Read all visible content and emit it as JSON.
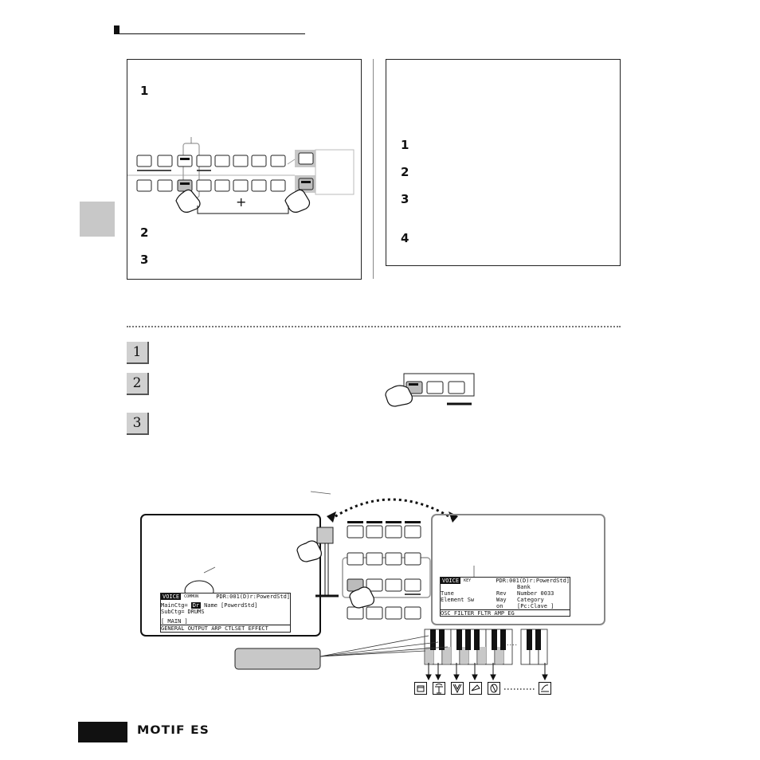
{
  "page": {
    "brand": "MOTIF ES"
  },
  "left_panel": {
    "step1": "1",
    "step2": "2",
    "step3": "3",
    "plus": "+"
  },
  "right_panel": {
    "step1": "1",
    "step2": "2",
    "step3": "3",
    "step4": "4"
  },
  "steps": [
    {
      "label": "1"
    },
    {
      "label": "2"
    },
    {
      "label": "3"
    }
  ],
  "lcd_common": {
    "mode": "VOICE",
    "tag": "COMMON",
    "patch": "PDR:001(D)r:PowerdStd]",
    "line1a": "MainCtg=",
    "line1b": "Name",
    "line1c": "[PowerdStd]",
    "line2a": "SubCtg=",
    "line2b": "DRUMS",
    "badge": "Dr",
    "foot": "GENERAL  OUTPUT  ARP  CTLSET  EFFECT",
    "foot2": "[ MAIN ]"
  },
  "lcd_key": {
    "mode": "VOICE",
    "tag": "KEY",
    "patch": "PDR:001(D)r:PowerdStd]",
    "l1": "Bank",
    "l2": "Number",
    "l2v": "0033",
    "l3": "Category",
    "l4": "[Pc:Clave    ]",
    "l5a": "Tune",
    "l5b": "Element Sw",
    "l5c": "Rev Way",
    "l5d": "on",
    "foot": "OSC  FILTER  FLTR  AMP  EG"
  },
  "keyboard": {
    "ellipsis": "...."
  },
  "icons": [
    "snare-drum-icon",
    "hi-hat-icon",
    "cymbal-icon",
    "triangle-icon",
    "tambourine-icon",
    "guiro-icon"
  ]
}
